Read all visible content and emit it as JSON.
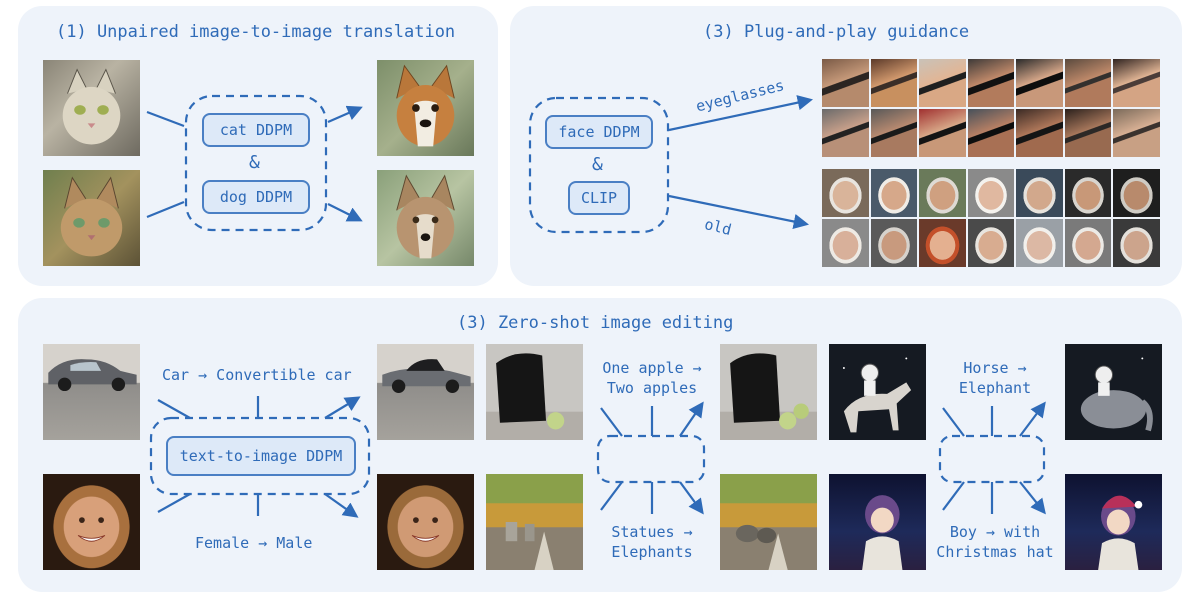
{
  "panel1": {
    "title": "(1) Unpaired image-to-image translation",
    "model_a": "cat DDPM",
    "model_b": "dog DDPM",
    "joiner": "&"
  },
  "panel2": {
    "title": "(3) Plug-and-play guidance",
    "model_a": "face DDPM",
    "model_b": "CLIP",
    "joiner": "&",
    "edge_top": "eyeglasses",
    "edge_bottom": "old"
  },
  "panel3": {
    "title": "(3) Zero-shot image editing",
    "model": "text-to-image DDPM",
    "edit1_top": "Car → Convertible car",
    "edit1_bottom": "Female → Male",
    "edit2_top": "One apple →\nTwo apples",
    "edit2_bottom": "Statues →\nElephants",
    "edit3_top": "Horse →\nElephant",
    "edit3_bottom": "Boy → with\nChristmas hat"
  },
  "colors": {
    "accent": "#2f6bb8",
    "panel_bg": "#eef3fa",
    "box_bg": "#dde9f8"
  }
}
